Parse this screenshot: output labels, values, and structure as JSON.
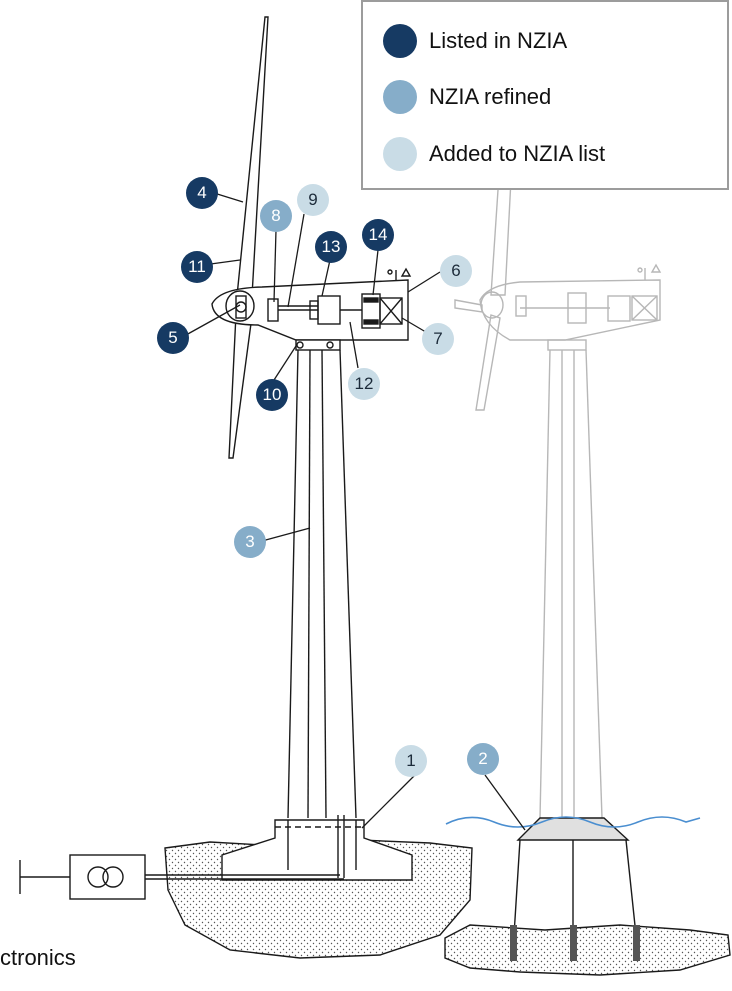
{
  "legend": {
    "items": [
      {
        "label": "Listed in NZIA",
        "color": "#163a63"
      },
      {
        "label": "NZIA refined",
        "color": "#86adc9"
      },
      {
        "label": "Added to NZIA list",
        "color": "#c9dce6"
      }
    ]
  },
  "callouts": {
    "c1": "1",
    "c2": "2",
    "c3": "3",
    "c4": "4",
    "c5": "5",
    "c6": "6",
    "c7": "7",
    "c8": "8",
    "c9": "9",
    "c10": "10",
    "c11": "11",
    "c12": "12",
    "c13": "13",
    "c14": "14"
  },
  "caption": "ctronics",
  "colors": {
    "listed": "#163a63",
    "refined": "#86adc9",
    "added": "#c9dce6",
    "water": "#4a8ed0",
    "line": "#1a1a1a",
    "ghost": "#b7b7b7"
  }
}
